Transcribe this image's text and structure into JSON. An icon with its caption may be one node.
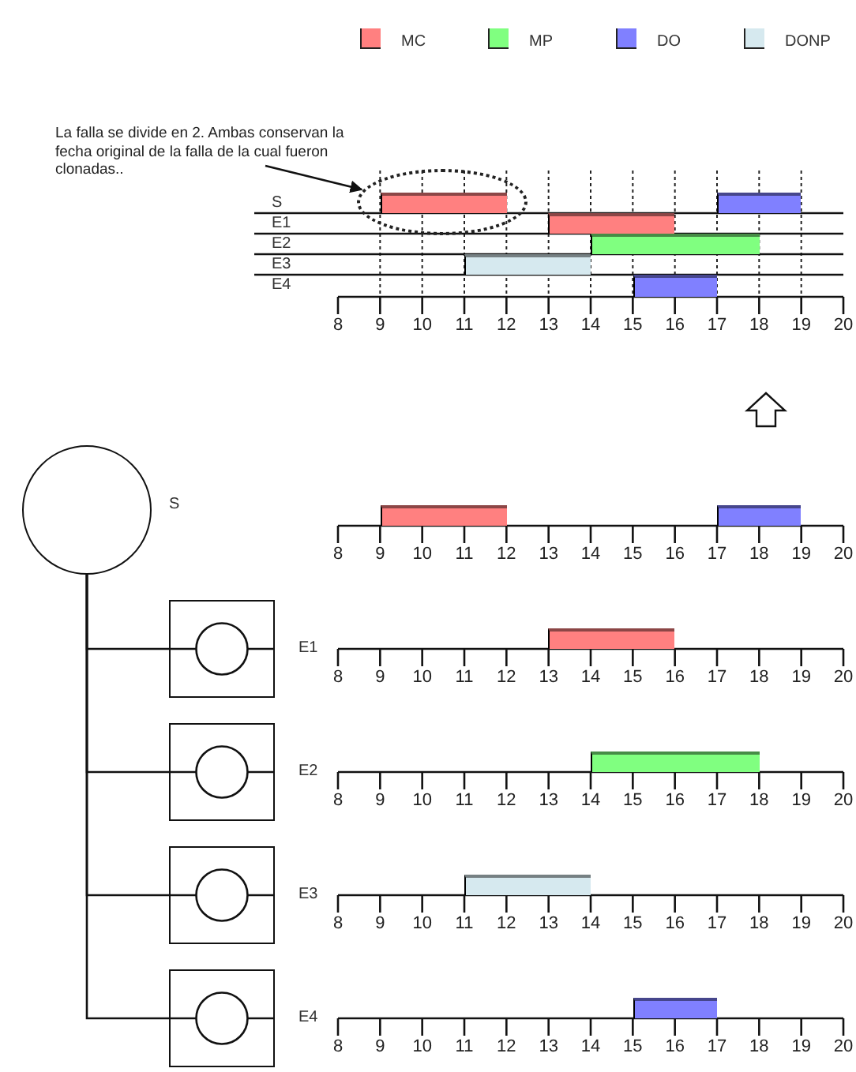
{
  "diagram": {
    "nodes": [
      {
        "text": [
          "La falla se divide en 2. Ambas conservan la fecha original de la falla de la cual fueron clonadas.."
        ]
      },
      {
        "text": [],
        "shape": "ellipse"
      },
      {
        "text": [],
        "shape": "circle",
        "beside": [
          "S"
        ]
      },
      {
        "text": [],
        "shape": "box",
        "beside": [
          "E1"
        ]
      },
      {
        "text": [],
        "shape": "box",
        "beside": [
          "E2"
        ]
      },
      {
        "text": [],
        "shape": "box",
        "beside": [
          "E3"
        ]
      },
      {
        "text": [],
        "shape": "box",
        "beside": [
          "E4"
        ]
      }
    ],
    "edges": [
      {
        "from": 0,
        "to": 1,
        "arrow": "to"
      },
      {
        "from": 2,
        "to": 3,
        "arrow": "none"
      },
      {
        "from": 2,
        "to": 4,
        "arrow": "none"
      },
      {
        "from": 2,
        "to": 5,
        "arrow": "none"
      },
      {
        "from": 2,
        "to": 6,
        "arrow": "none"
      }
    ],
    "labels": [
      "S",
      "E1",
      "E2",
      "E3",
      "E4",
      "8",
      "9",
      "10",
      "11",
      "12",
      "13",
      "14",
      "15",
      "16",
      "17",
      "18",
      "19",
      "20",
      "8",
      "9",
      "10",
      "11",
      "12",
      "13",
      "14",
      "15",
      "16",
      "17",
      "18",
      "19",
      "20",
      "8",
      "9",
      "10",
      "11",
      "12",
      "13",
      "14",
      "15",
      "16",
      "17",
      "18",
      "19",
      "20",
      "8",
      "9",
      "10",
      "11",
      "12",
      "13",
      "14",
      "15",
      "16",
      "17",
      "18",
      "19",
      "20",
      "8",
      "9",
      "10",
      "11",
      "12",
      "13",
      "14",
      "15",
      "16",
      "17",
      "18",
      "19",
      "20",
      "8",
      "9",
      "10",
      "11",
      "12",
      "13",
      "14",
      "15",
      "16",
      "17",
      "18",
      "19",
      "20"
    ],
    "legend": [
      {
        "text": "MC",
        "color": "#ff8080"
      },
      {
        "text": "MP",
        "color": "#80ff80"
      },
      {
        "text": "DO",
        "color": "#8080ff"
      },
      {
        "text": "DONP",
        "color": "#d6e9ef"
      }
    ]
  }
}
